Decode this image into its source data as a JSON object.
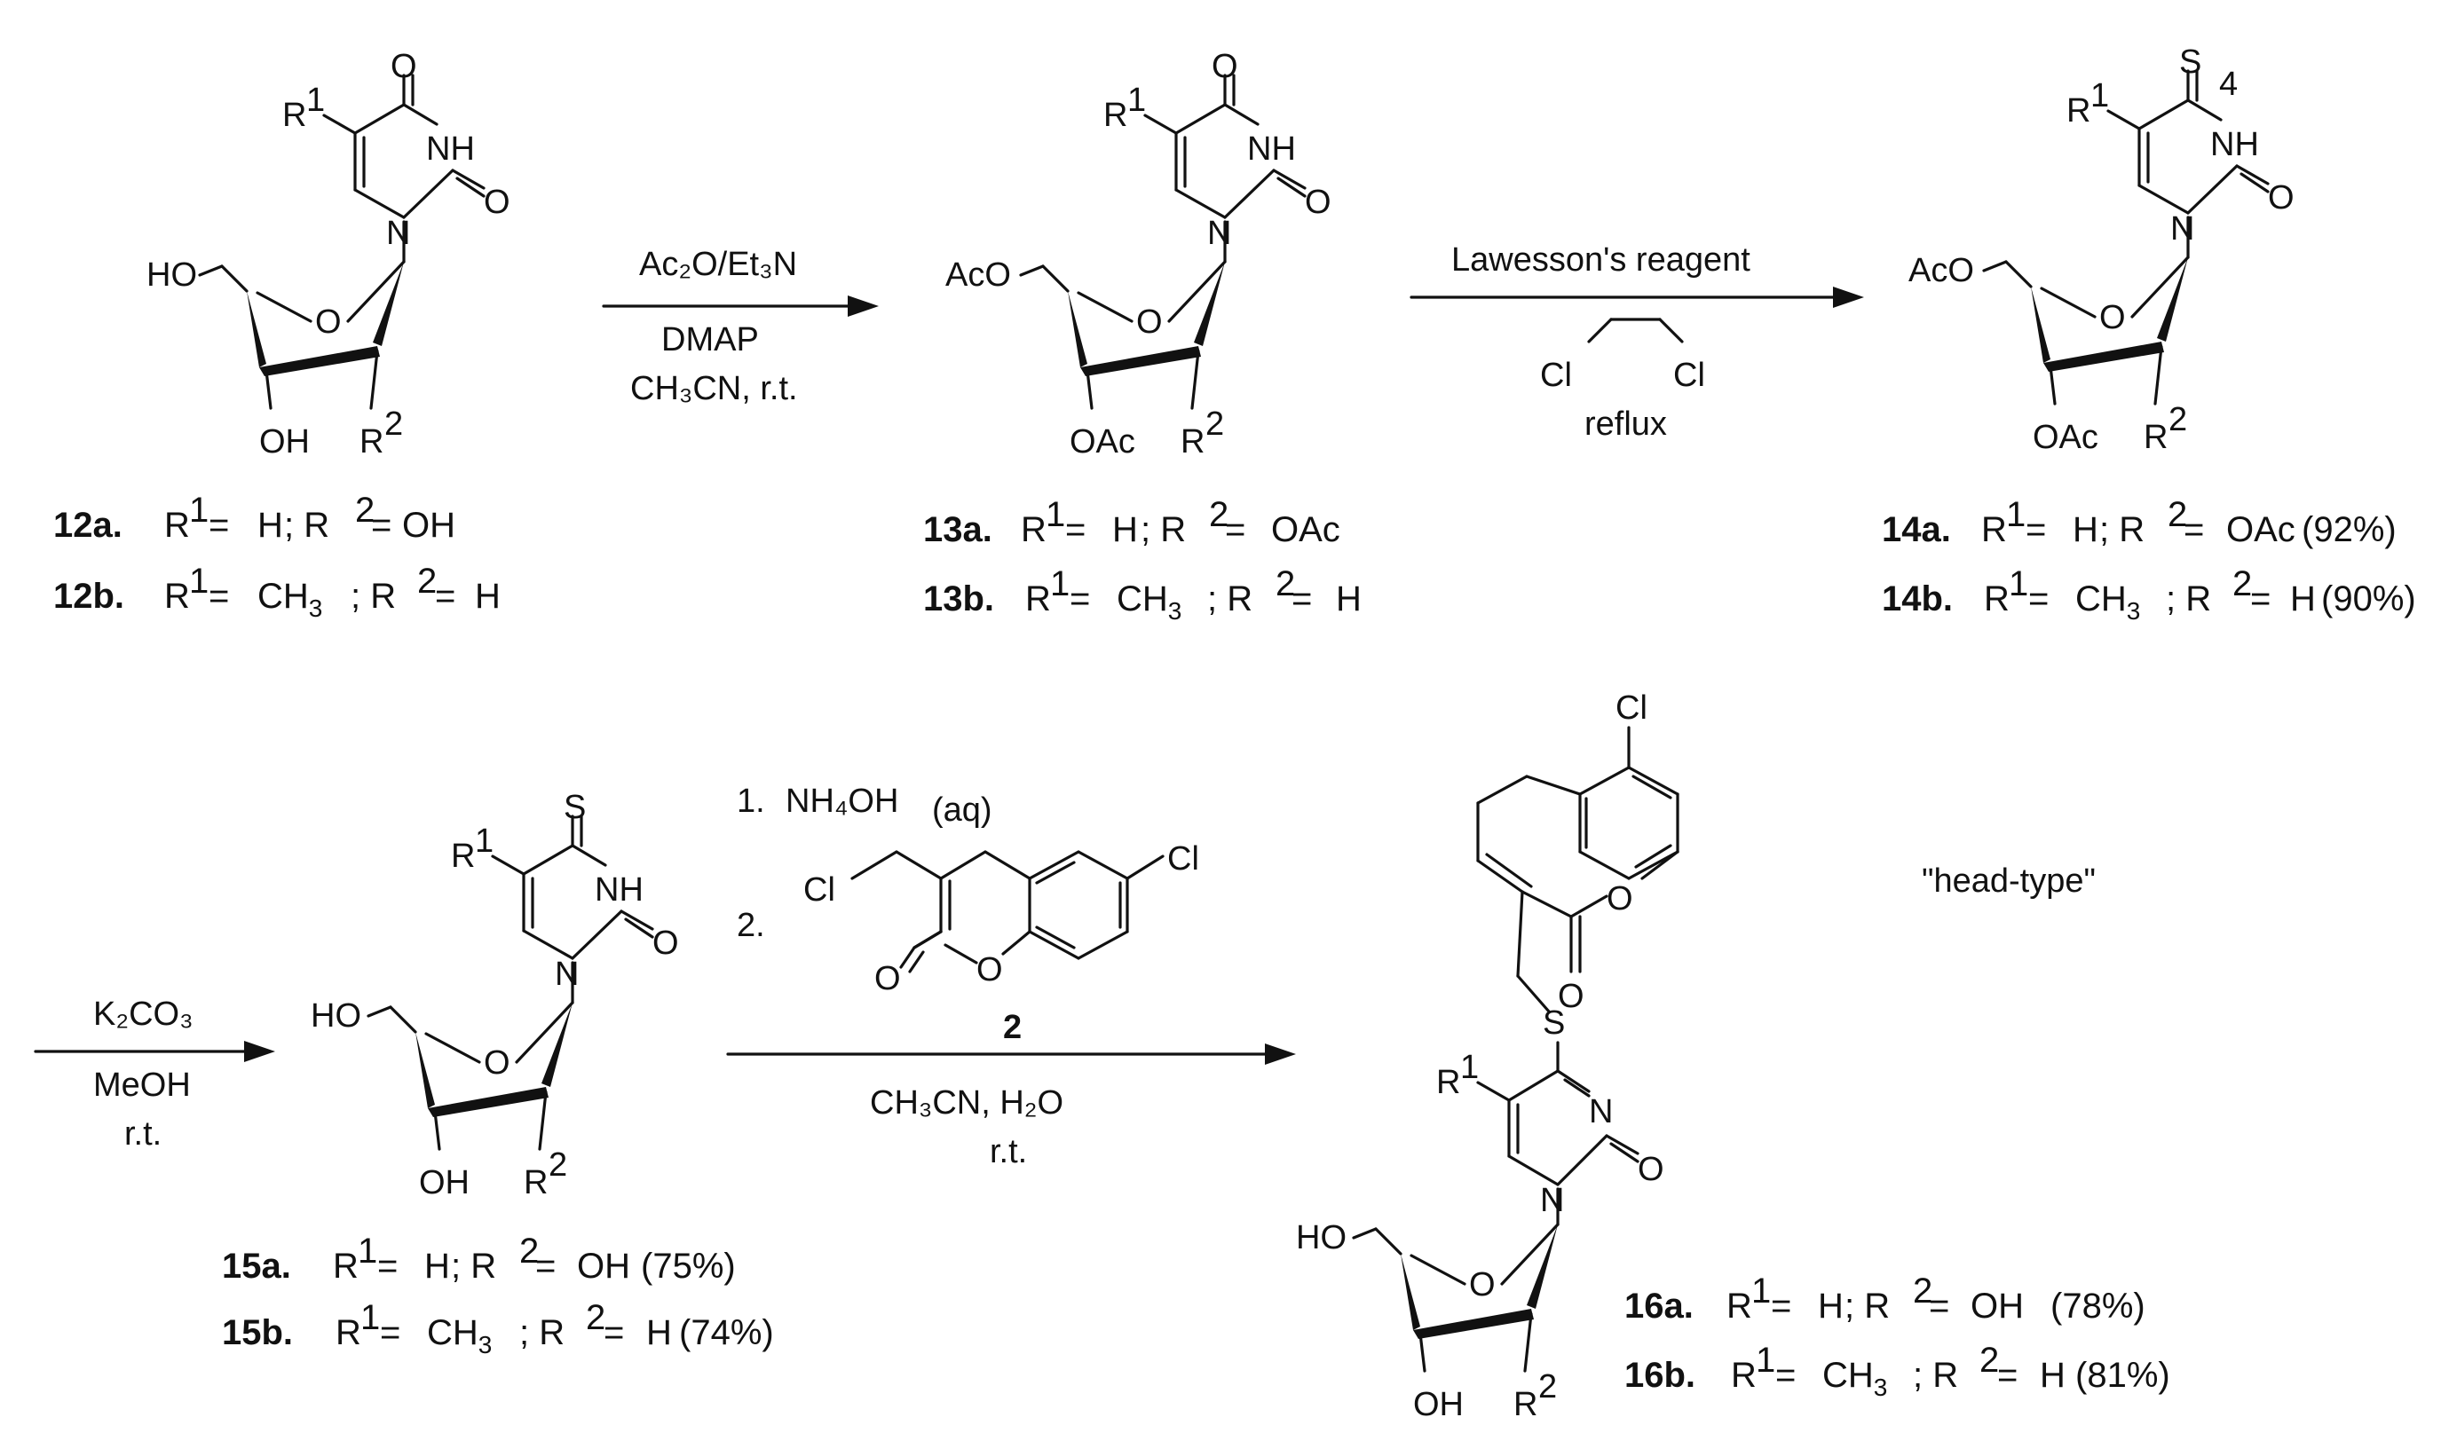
{
  "atoms": {
    "O": "O",
    "NH": "NH",
    "N": "N",
    "S": "S",
    "Cl": "Cl",
    "HO": "HO",
    "AcO": "AcO",
    "OH": "OH",
    "OAc": "OAc",
    "R": "R",
    "one": "1",
    "two": "2",
    "pos4": "4"
  },
  "arrow1": {
    "top": "Ac₂O/Et₃N",
    "mid": "DMAP",
    "bot": "CH₃CN, r.t."
  },
  "arrow2": {
    "top": "Lawesson's reagent",
    "cl": "Cl",
    "bot": "reflux"
  },
  "arrow3": {
    "top": "K₂CO₃",
    "mid": "MeOH",
    "bot": "r.t."
  },
  "arrow4": {
    "step1_num": "1.",
    "step1_text": "NH₄OH",
    "step1_sub": "(aq)",
    "step2_num": "2.",
    "reagent_label": "2",
    "bot1": "CH₃CN, H₂O",
    "bot2": "r.t."
  },
  "note": "\"head-type\"",
  "compounds": [
    {
      "id": "12a.",
      "r1": "H",
      "r2": "OH",
      "yield": ""
    },
    {
      "id": "12b.",
      "r1": "CH3",
      "r2": "H",
      "yield": ""
    },
    {
      "id": "13a.",
      "r1": "H",
      "r2": "OAc",
      "yield": ""
    },
    {
      "id": "13b.",
      "r1": "CH3",
      "r2": "H",
      "yield": ""
    },
    {
      "id": "14a.",
      "r1": "H",
      "r2": "OAc",
      "yield": "(92%)"
    },
    {
      "id": "14b.",
      "r1": "CH3",
      "r2": "H",
      "yield": "(90%)"
    },
    {
      "id": "15a.",
      "r1": "H",
      "r2": "OH",
      "yield": "(75%)"
    },
    {
      "id": "15b.",
      "r1": "CH3",
      "r2": "H",
      "yield": "(74%)"
    },
    {
      "id": "16a.",
      "r1": "H",
      "r2": "OH",
      "yield": "(78%)"
    },
    {
      "id": "16b.",
      "r1": "CH3",
      "r2": "H",
      "yield": "(81%)"
    }
  ]
}
